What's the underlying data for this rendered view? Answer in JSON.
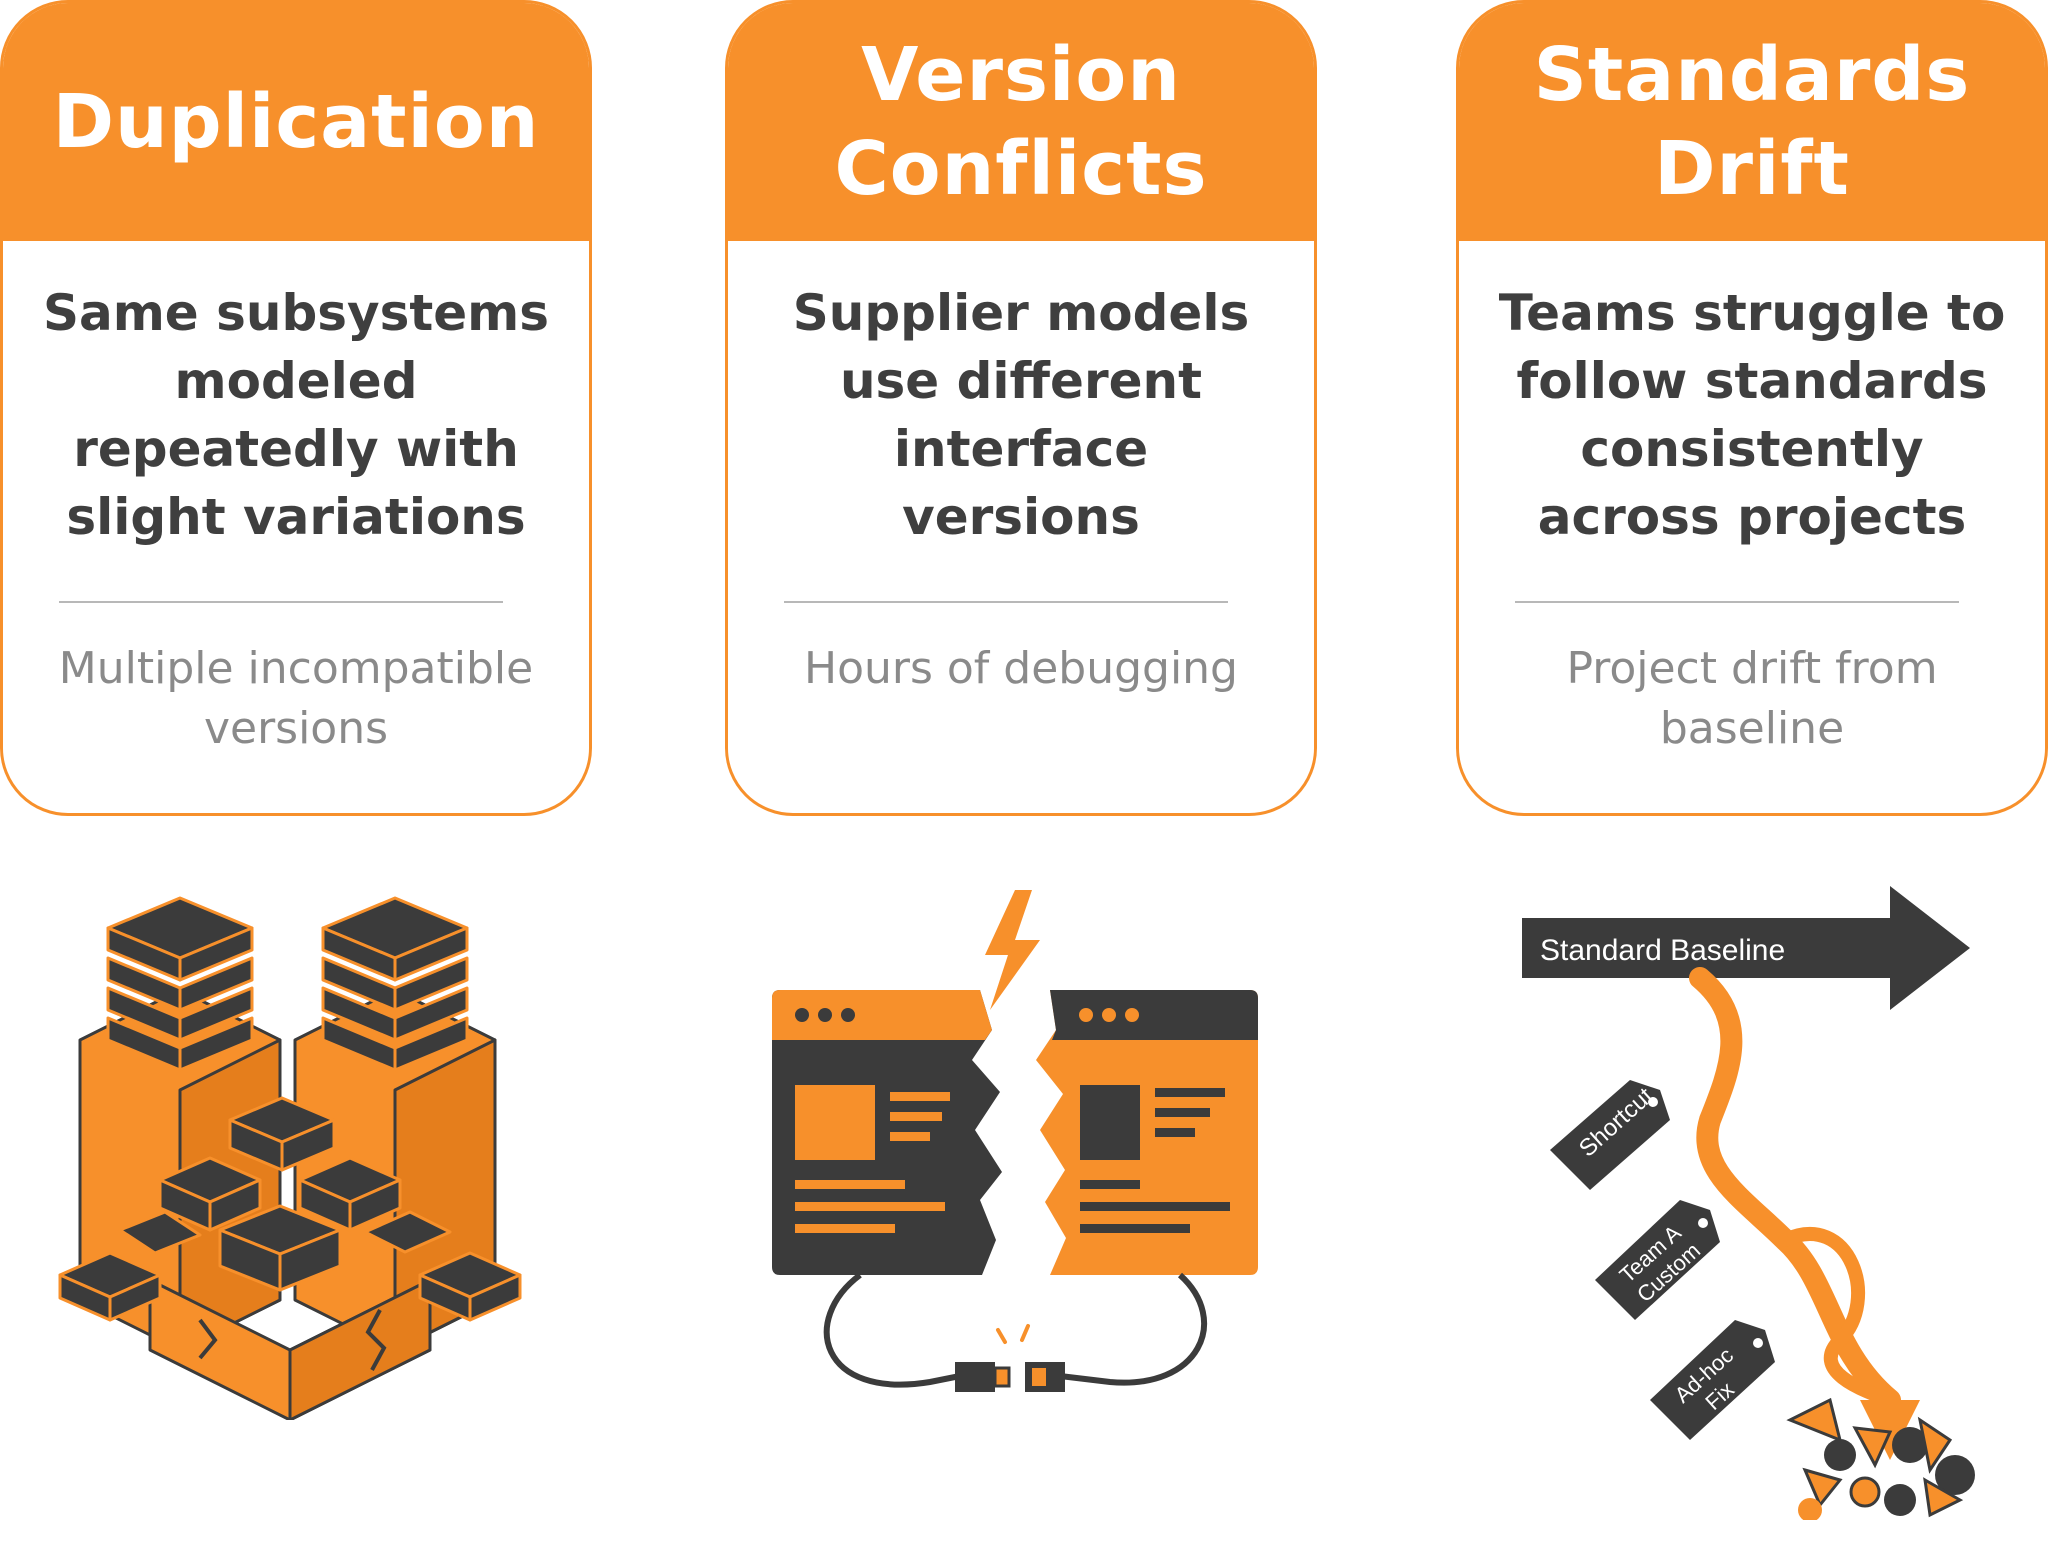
{
  "cards": [
    {
      "title": "Duplication",
      "description": "Same subsystems\nmodeled\nrepeatedly with\nslight variations",
      "impact": "Multiple incompatible\nversions"
    },
    {
      "title": "Version\nConflicts",
      "description": "Supplier models\nuse different\ninterface\nversions",
      "impact": "Hours of debugging"
    },
    {
      "title": "Standards\nDrift",
      "description": "Teams struggle to\nfollow standards\nconsistently\nacross projects",
      "impact": "Project drift from\nbaseline"
    }
  ],
  "illustrations": {
    "drift": {
      "arrow_label": "Standard Baseline",
      "tags": [
        "Shortcut",
        "Team A\nCustom",
        "Ad-hoc\nFix"
      ]
    }
  },
  "colors": {
    "accent": "#f7902b",
    "dark": "#3b3b3b",
    "text": "#3f3f3f",
    "muted": "#8a8a8a"
  }
}
